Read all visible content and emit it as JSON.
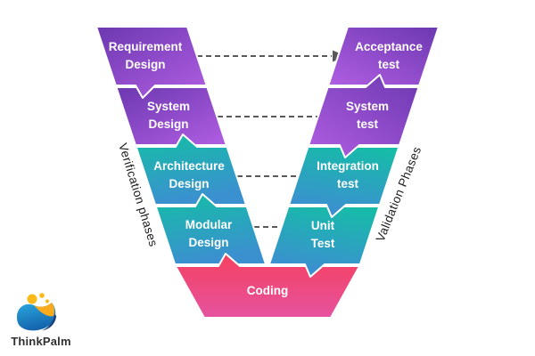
{
  "diagram": {
    "left_axis_label": "Verification phases",
    "right_axis_label": "Validation Phases",
    "left_phases": [
      {
        "id": "requirement-design",
        "line1": "Requirement",
        "line2": "Design"
      },
      {
        "id": "system-design",
        "line1": "System",
        "line2": "Design"
      },
      {
        "id": "architecture-design",
        "line1": "Architecture",
        "line2": "Design"
      },
      {
        "id": "modular-design",
        "line1": "Modular",
        "line2": "Design"
      }
    ],
    "right_phases": [
      {
        "id": "acceptance-test",
        "line1": "Acceptance",
        "line2": "test"
      },
      {
        "id": "system-test",
        "line1": "System",
        "line2": "test"
      },
      {
        "id": "integration-test",
        "line1": "Integration",
        "line2": "test"
      },
      {
        "id": "unit-test",
        "line1": "Unit",
        "line2": "Test"
      }
    ],
    "bottom_phase": {
      "id": "coding",
      "label": "Coding"
    },
    "colors": {
      "purple_dark": "#6c38b0",
      "purple_light": "#ad5ce0",
      "teal_dark": "#13bfa5",
      "teal_light": "#3b90d0",
      "pink_top": "#f6405f",
      "pink_bottom": "#e5539f",
      "connector": "#58595b",
      "logo_blue_top": "#2aa9e0",
      "logo_blue_bottom": "#1565ad",
      "logo_navy": "#1b3f7a",
      "logo_yellow": "#fbb917",
      "logo_orange": "#f9a91c"
    }
  },
  "branding": {
    "logo_text": "ThinkPalm"
  }
}
